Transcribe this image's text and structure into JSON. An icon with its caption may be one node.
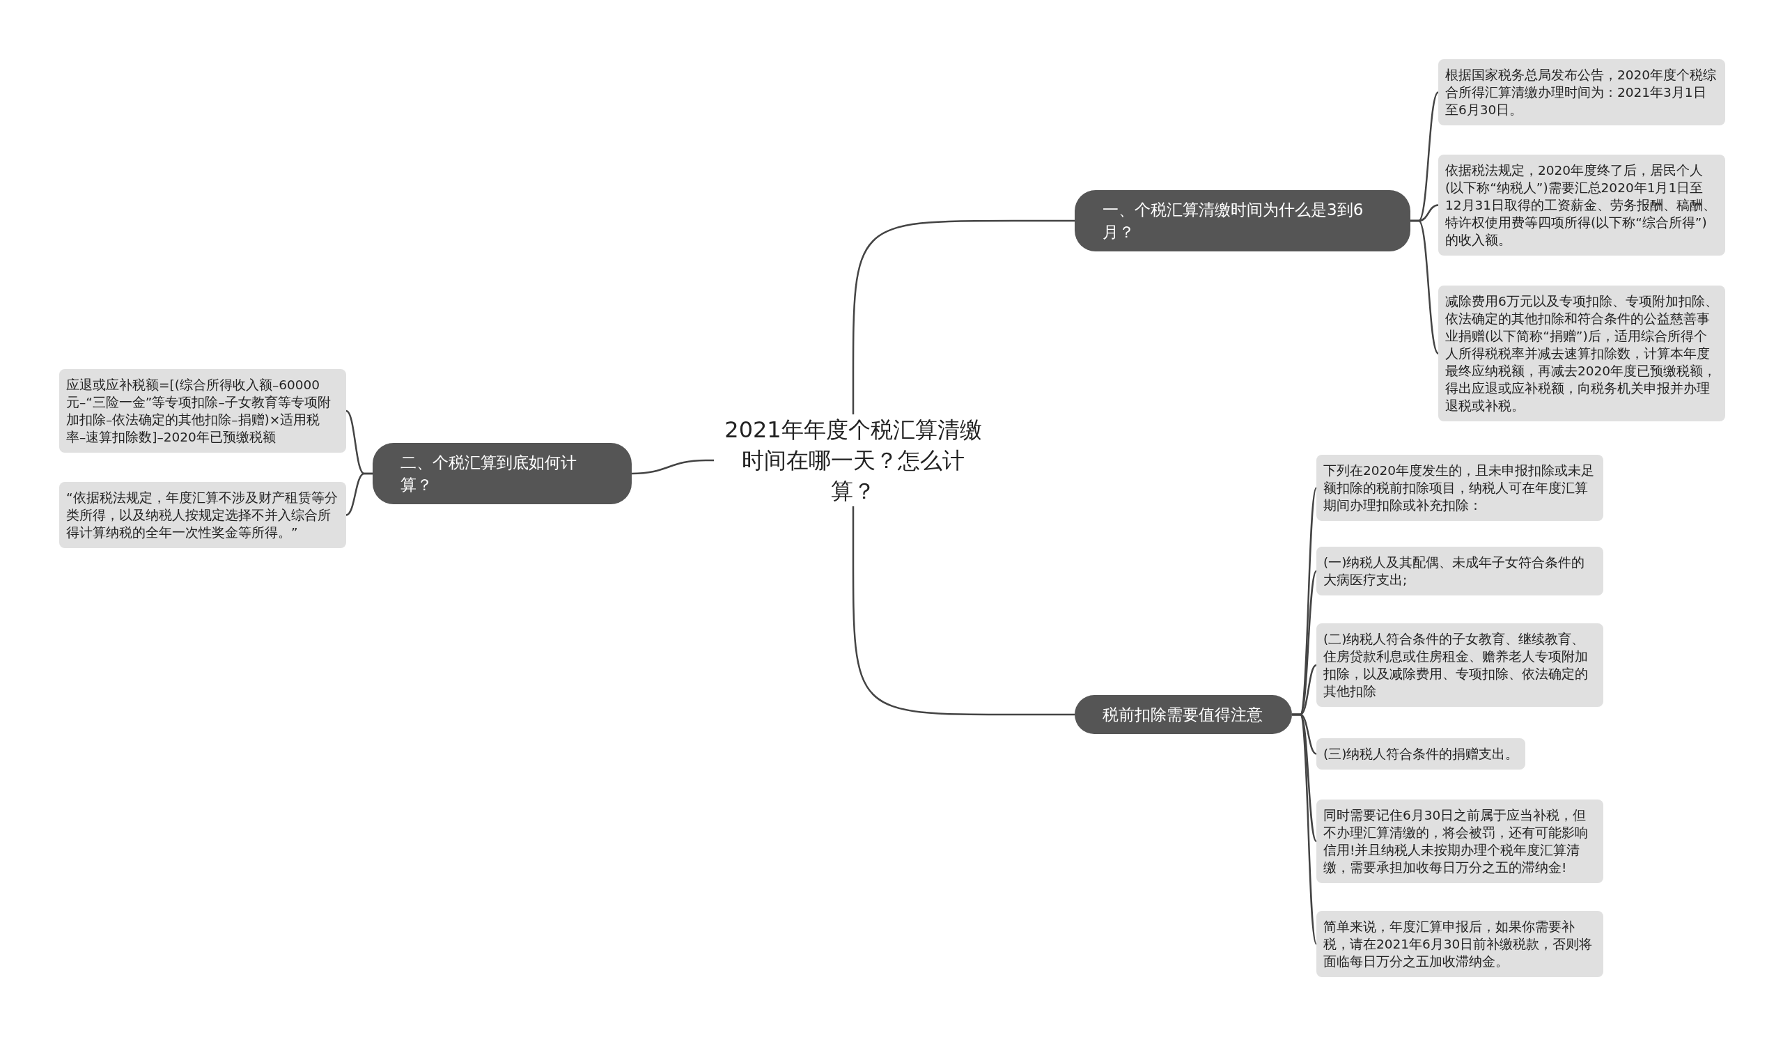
{
  "diagram": {
    "nodes": [
      {
        "text": [
          "2021年年度个税汇算清缴时间在哪一天？怎么计算？"
        ]
      },
      {
        "text": [
          "一、个税汇算清缴时间为什么是3到6月？"
        ]
      },
      {
        "text": [
          "根据国家税务总局发布公告，2020年度个税综合所得汇算清缴办理时间为：2021年3月1日至6月30日。"
        ]
      },
      {
        "text": [
          "依据税法规定，2020年度终了后，居民个人(以下称“纳税人”)需要汇总2020年1月1日至12月31日取得的工资薪金、劳务报酬、稿酬、特许权使用费等四项所得(以下称“综合所得”)的收入额。"
        ]
      },
      {
        "text": [
          "减除费用6万元以及专项扣除、专项附加扣除、依法确定的其他扣除和符合条件的公益慈善事业捐赠(以下简称“捐赠”)后，适用综合所得个人所得税税率并减去速算扣除数，计算本年度最终应纳税额，再减去2020年度已预缴税额，得出应退或应补税额，向税务机关申报并办理退税或补税。"
        ]
      },
      {
        "text": [
          "二、个税汇算到底如何计算？"
        ]
      },
      {
        "text": [
          "应退或应补税额=[(综合所得收入额–60000元–“三险一金”等专项扣除–子女教育等专项附加扣除–依法确定的其他扣除–捐赠)×适用税率–速算扣除数]–2020年已预缴税额"
        ]
      },
      {
        "text": [
          "“依据税法规定，年度汇算不涉及财产租赁等分类所得，以及纳税人按规定选择不并入综合所得计算纳税的全年一次性奖金等所得。”"
        ]
      },
      {
        "text": [
          "税前扣除需要值得注意"
        ]
      },
      {
        "text": [
          "下列在2020年度发生的，且未申报扣除或未足额扣除的税前扣除项目，纳税人可在年度汇算期间办理扣除或补充扣除："
        ]
      },
      {
        "text": [
          "(一)纳税人及其配偶、未成年子女符合条件的大病医疗支出;"
        ]
      },
      {
        "text": [
          "(二)纳税人符合条件的子女教育、继续教育、住房贷款利息或住房租金、赡养老人专项附加扣除，以及减除费用、专项扣除、依法确定的其他扣除"
        ]
      },
      {
        "text": [
          "(三)纳税人符合条件的捐赠支出。"
        ]
      },
      {
        "text": [
          "同时需要记住6月30日之前属于应当补税，但不办理汇算清缴的，将会被罚，还有可能影响信用!并且纳税人未按期办理个税年度汇算清缴，需要承担加收每日万分之五的滞纳金!"
        ]
      },
      {
        "text": [
          "简单来说，年度汇算申报后，如果你需要补税，请在2021年6月30日前补缴税款，否则将面临每日万分之五加收滞纳金。"
        ]
      }
    ],
    "edges": [
      {
        "from": 0,
        "to": 1,
        "arrow": "none"
      },
      {
        "from": 1,
        "to": 2,
        "arrow": "none"
      },
      {
        "from": 1,
        "to": 3,
        "arrow": "none"
      },
      {
        "from": 1,
        "to": 4,
        "arrow": "none"
      },
      {
        "from": 0,
        "to": 5,
        "arrow": "none"
      },
      {
        "from": 5,
        "to": 6,
        "arrow": "none"
      },
      {
        "from": 5,
        "to": 7,
        "arrow": "none"
      },
      {
        "from": 0,
        "to": 8,
        "arrow": "none"
      },
      {
        "from": 8,
        "to": 9,
        "arrow": "none"
      },
      {
        "from": 8,
        "to": 10,
        "arrow": "none"
      },
      {
        "from": 8,
        "to": 11,
        "arrow": "none"
      },
      {
        "from": 8,
        "to": 12,
        "arrow": "none"
      },
      {
        "from": 8,
        "to": 13,
        "arrow": "none"
      },
      {
        "from": 8,
        "to": 14,
        "arrow": "none"
      }
    ]
  }
}
